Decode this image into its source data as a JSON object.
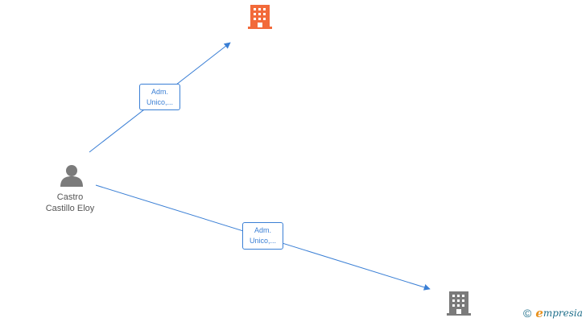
{
  "colors": {
    "edge": "#3a7fd5",
    "building_main": "#f26a3a",
    "building_secondary": "#7b7b7b",
    "person": "#7b7b7b",
    "text": "#555555",
    "brand_e": "#e8911c",
    "brand_text": "#1f6f8b"
  },
  "icons": {
    "company_top": "building-icon",
    "company_bottom": "building-icon",
    "person": "person-icon"
  },
  "person": {
    "name_line1": "Castro",
    "name_line2": "Castillo Eloy"
  },
  "edges": [
    {
      "label_line1": "Adm.",
      "label_line2": "Unico,..."
    },
    {
      "label_line1": "Adm.",
      "label_line2": "Unico,..."
    }
  ],
  "watermark": {
    "copyright": "©",
    "brand_first": "e",
    "brand_rest": "mpresia"
  }
}
